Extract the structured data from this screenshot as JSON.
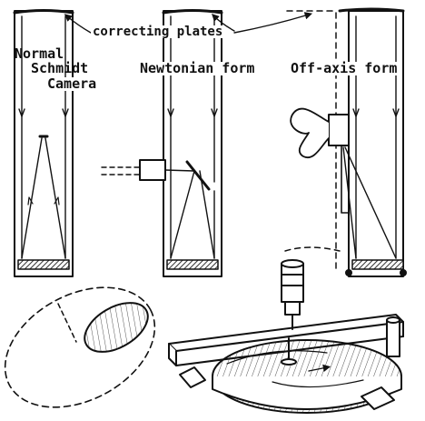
{
  "labels": {
    "correcting_plates": "correcting plates",
    "normal_line1": "Normal",
    "normal_line2": "Schmidt",
    "normal_line3": "Camera",
    "newtonian": "Newtonian form",
    "off_axis": "Off-axis form"
  },
  "colors": {
    "ink": "#111111",
    "paper": "#ffffff",
    "hatch": "#444444"
  }
}
